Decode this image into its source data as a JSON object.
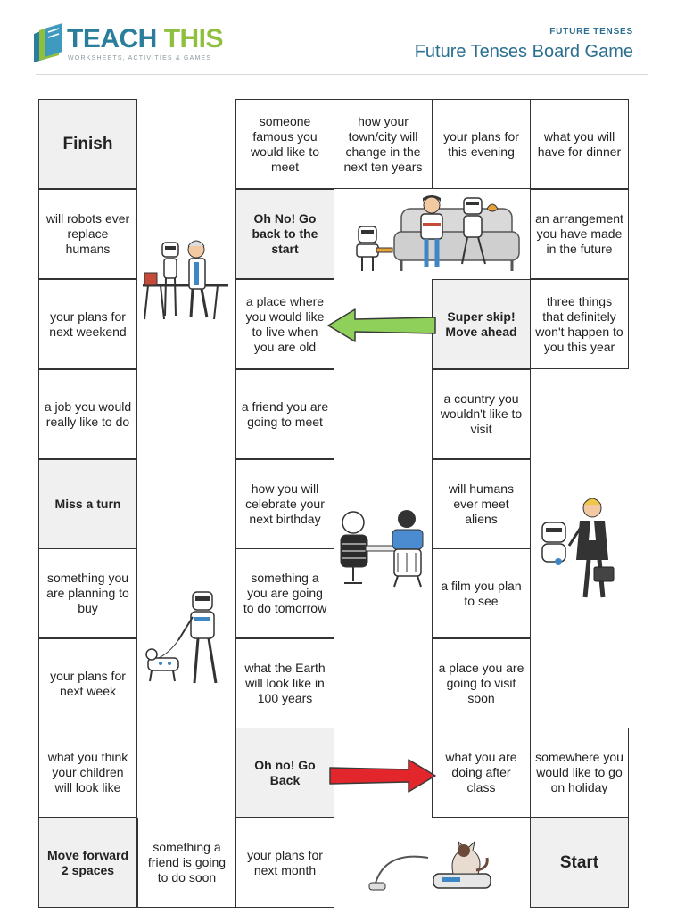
{
  "header": {
    "brand_teach": "TEACH",
    "brand_this": "THIS",
    "tagline": "WORKSHEETS, ACTIVITIES & GAMES",
    "subject": "FUTURE TENSES",
    "title": "Future Tenses Board Game"
  },
  "colors": {
    "brand_blue": "#2b7d9c",
    "brand_green": "#8fbf3f",
    "title_blue": "#2b6f8f",
    "special_square": "#f0f0f0",
    "arrow_green": "#8fd05a",
    "arrow_red": "#e3262b"
  },
  "board": {
    "finish": "Finish",
    "start": "Start",
    "col1": [
      "will robots ever replace humans",
      "your plans for next weekend",
      "a job you would really like to do",
      "Miss a turn",
      "something you are planning to buy",
      "your plans for next week",
      "what you think your children will look like",
      "Move forward 2 spaces"
    ],
    "bottom_row": [
      "something a friend is going to do soon",
      "your plans for next month"
    ],
    "col3": [
      "someone famous you would like to meet",
      "Oh No! Go back to the start",
      "a place where you would like to live when you are old",
      "a friend you are going to meet",
      "how you will celebrate your next birthday",
      "something a you are going to do tomorrow",
      "what the Earth will look like in 100 years",
      "Oh no! Go Back"
    ],
    "top_row": [
      "how your town/city will change in the next ten years",
      "your plans for this evening",
      "what you will have for dinner"
    ],
    "col6": [
      "an arrangement you have made in the future",
      "three things that definitely won't happen to you this year"
    ],
    "col5": [
      "Super skip! Move ahead",
      "a country you wouldn't like to visit",
      "will humans ever meet aliens",
      "a film you plan to see",
      "a place you are going to visit soon",
      "what you are doing after class"
    ],
    "lower_right": "somewhere you would like to go on holiday"
  },
  "icons": {
    "logo": "book-logo-icon",
    "robot_scientist": "robot-scientist-illustration",
    "couch": "robot-couch-illustration",
    "robot_dog": "robot-walking-dog-illustration",
    "chess": "robot-chess-illustration",
    "businessman": "robot-businessman-illustration",
    "vacuum_cat": "robot-vacuum-cat-illustration"
  }
}
